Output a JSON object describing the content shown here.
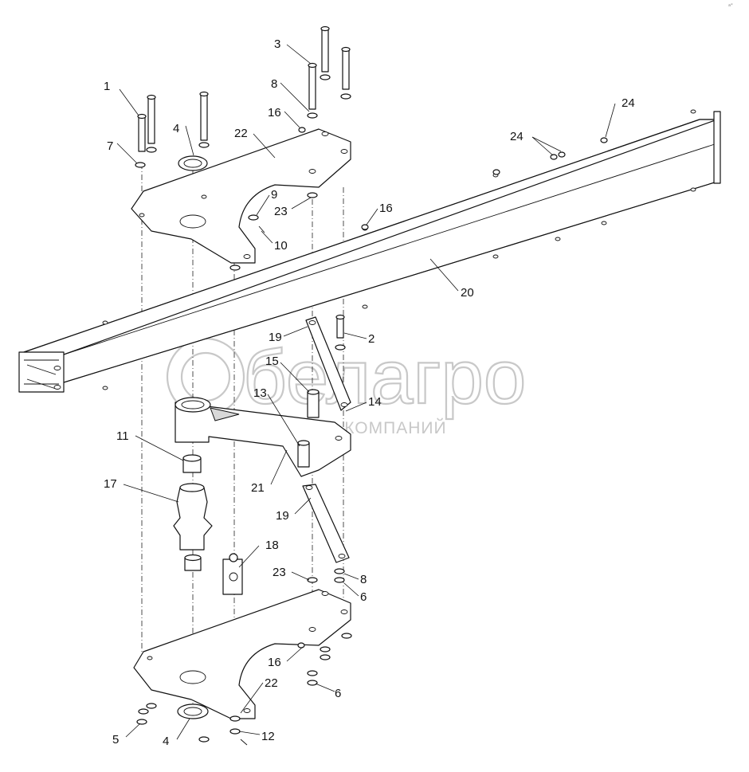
{
  "watermark": {
    "brand": "белагро",
    "subtitle": "ГРУППА КОМПАНИЙ"
  },
  "corner_mark": "a*",
  "callouts": [
    {
      "id": "c1",
      "text": "1"
    },
    {
      "id": "c7",
      "text": "7"
    },
    {
      "id": "c4a",
      "text": "4"
    },
    {
      "id": "c3",
      "text": "3"
    },
    {
      "id": "c8a",
      "text": "8"
    },
    {
      "id": "c16a",
      "text": "16"
    },
    {
      "id": "c22a",
      "text": "22"
    },
    {
      "id": "c9",
      "text": "9"
    },
    {
      "id": "c23a",
      "text": "23"
    },
    {
      "id": "c10",
      "text": "10"
    },
    {
      "id": "c16b",
      "text": "16"
    },
    {
      "id": "c24a",
      "text": "24"
    },
    {
      "id": "c24b",
      "text": "24"
    },
    {
      "id": "c20",
      "text": "20"
    },
    {
      "id": "c2",
      "text": "2"
    },
    {
      "id": "c19a",
      "text": "19"
    },
    {
      "id": "c15",
      "text": "15"
    },
    {
      "id": "c13",
      "text": "13"
    },
    {
      "id": "c14",
      "text": "14"
    },
    {
      "id": "c11",
      "text": "11"
    },
    {
      "id": "c17",
      "text": "17"
    },
    {
      "id": "c21",
      "text": "21"
    },
    {
      "id": "c19b",
      "text": "19"
    },
    {
      "id": "c18",
      "text": "18"
    },
    {
      "id": "c23b",
      "text": "23"
    },
    {
      "id": "c8b",
      "text": "8"
    },
    {
      "id": "c6a",
      "text": "6"
    },
    {
      "id": "c16c",
      "text": "16"
    },
    {
      "id": "c22b",
      "text": "22"
    },
    {
      "id": "c6b",
      "text": "6"
    },
    {
      "id": "c5",
      "text": "5"
    },
    {
      "id": "c4b",
      "text": "4"
    },
    {
      "id": "c12",
      "text": "12"
    }
  ]
}
